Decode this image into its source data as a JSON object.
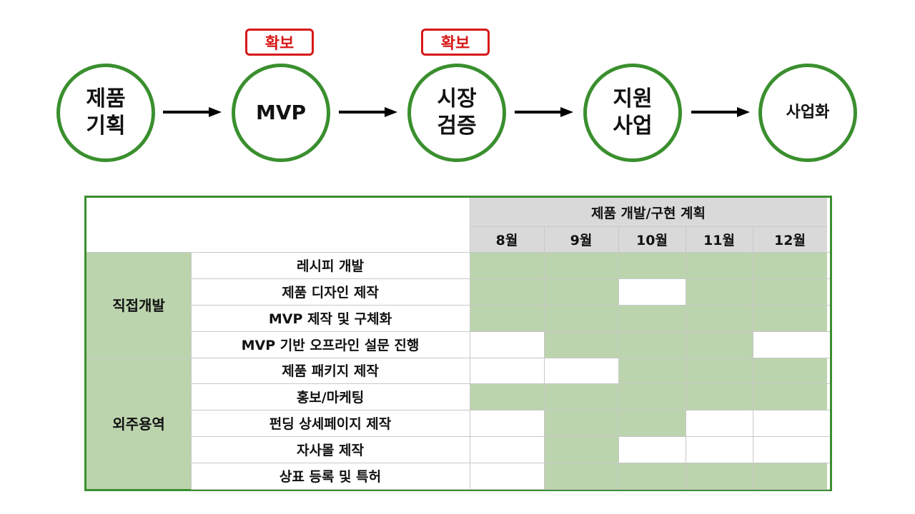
{
  "flow": {
    "steps": [
      {
        "label": "제품\n기획"
      },
      {
        "label": "MVP"
      },
      {
        "label": "시장\n검증"
      },
      {
        "label": "지원\n사업"
      },
      {
        "label": "사업화"
      }
    ],
    "badges": [
      "확보",
      "확보"
    ]
  },
  "plan": {
    "title": "제품 개발/구현 계획",
    "months": [
      "8월",
      "9월",
      "10월",
      "11월",
      "12월"
    ],
    "groups": [
      {
        "name": "직접개발",
        "tasks": [
          {
            "name": "레시피 개발",
            "active": [
              true,
              true,
              true,
              true,
              true
            ]
          },
          {
            "name": "제품 디자인 제작",
            "active": [
              true,
              true,
              false,
              true,
              true
            ]
          },
          {
            "name": "MVP 제작 및 구체화",
            "active": [
              true,
              true,
              true,
              true,
              true
            ]
          },
          {
            "name": "MVP 기반 오프라인 설문 진행",
            "active": [
              false,
              true,
              true,
              true,
              false
            ]
          }
        ]
      },
      {
        "name": "외주용역",
        "tasks": [
          {
            "name": "제품 패키지 제작",
            "active": [
              false,
              false,
              true,
              true,
              true
            ]
          },
          {
            "name": "홍보/마케팅",
            "active": [
              true,
              true,
              true,
              true,
              true
            ]
          },
          {
            "name": "펀딩 상세페이지 제작",
            "active": [
              false,
              true,
              true,
              false,
              false
            ]
          },
          {
            "name": "자사몰 제작",
            "active": [
              false,
              true,
              false,
              false,
              false
            ]
          },
          {
            "name": "상표 등록 및 특허",
            "active": [
              false,
              true,
              true,
              true,
              true
            ]
          }
        ]
      }
    ],
    "colors": {
      "active": "#bcd4ad",
      "inactive": "#ffffff",
      "frame": "#3a8f2e",
      "badge": "#d81818"
    }
  }
}
